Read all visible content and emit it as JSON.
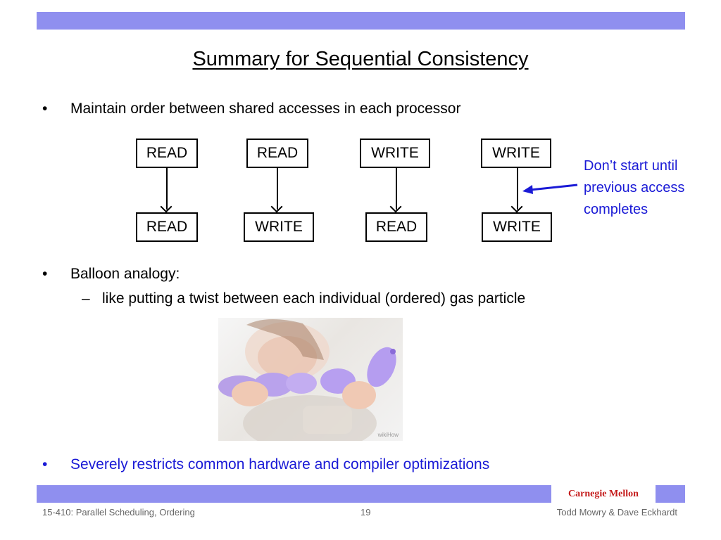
{
  "slide": {
    "title": "Summary for Sequential Consistency",
    "bullets": [
      {
        "marker": "•",
        "text": "Maintain order between shared accesses in each processor"
      },
      {
        "marker": "•",
        "text": "Balloon analogy:"
      },
      {
        "marker": "•",
        "text": "Severely restricts common hardware and compiler optimizations"
      }
    ],
    "sub_bullet": {
      "marker": "–",
      "text": "like putting a twist between each individual (ordered) gas particle"
    },
    "diagram": {
      "pairs": [
        {
          "top": "READ",
          "bottom": "READ"
        },
        {
          "top": "READ",
          "bottom": "WRITE"
        },
        {
          "top": "WRITE",
          "bottom": "READ"
        },
        {
          "top": "WRITE",
          "bottom": "WRITE"
        }
      ],
      "note_lines": [
        "Don’t start until",
        "previous access",
        "completes"
      ]
    },
    "photo": {
      "watermark": "wikiHow"
    }
  },
  "footer": {
    "brand": "Carnegie Mellon",
    "course": "15-410: Parallel Scheduling, Ordering",
    "page": "19",
    "authors": "Todd Mowry & Dave Eckhardt"
  },
  "colors": {
    "bar": "#8f8fef",
    "note": "#1a1ad6",
    "brand": "#c41a1a",
    "highlight_bullet": "#1a1ad6"
  }
}
